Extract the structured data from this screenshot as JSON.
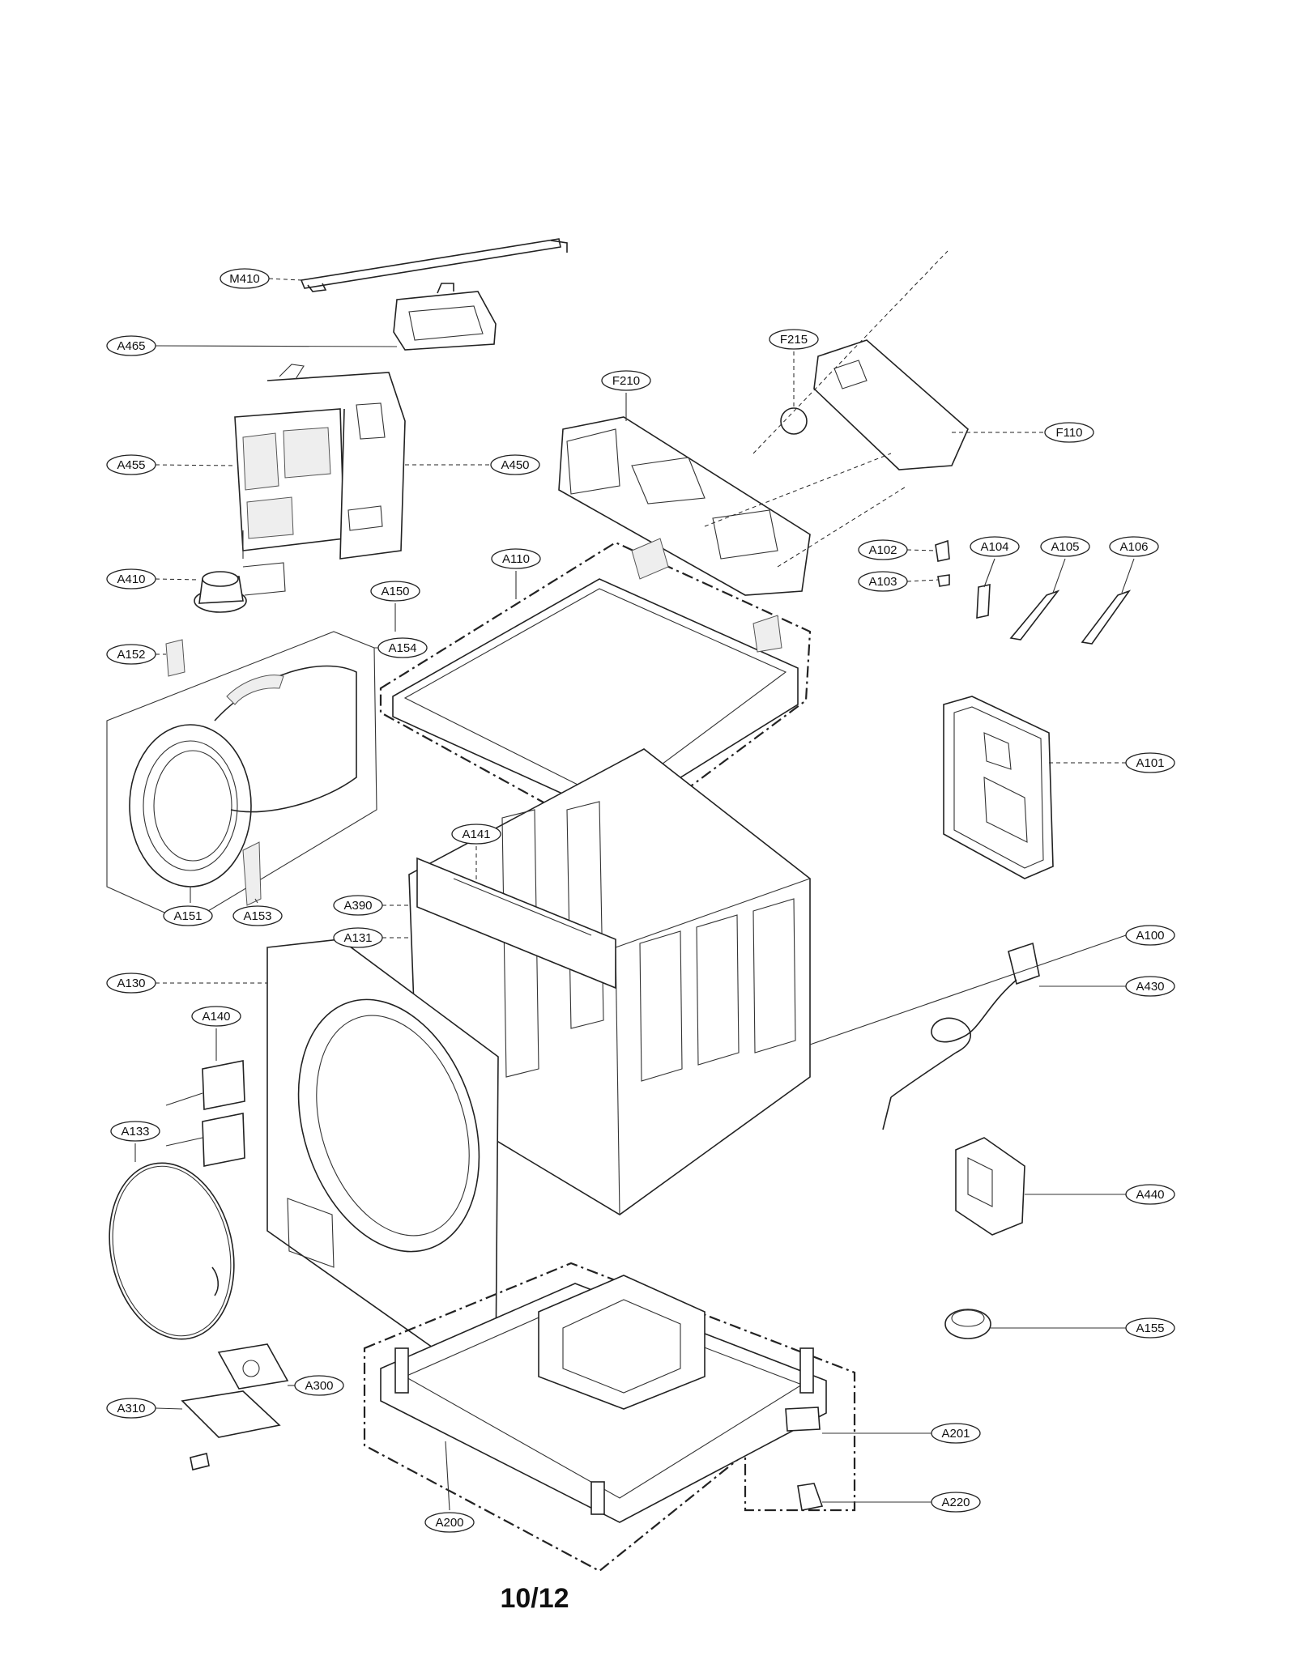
{
  "page_number": "10/12",
  "callouts": [
    {
      "id": "M410",
      "text": "M410",
      "name": "callout-m410"
    },
    {
      "id": "A465",
      "text": "A465",
      "name": "callout-a465"
    },
    {
      "id": "A455",
      "text": "A455",
      "name": "callout-a455"
    },
    {
      "id": "A450",
      "text": "A450",
      "name": "callout-a450"
    },
    {
      "id": "A410",
      "text": "A410",
      "name": "callout-a410"
    },
    {
      "id": "A150",
      "text": "A150",
      "name": "callout-a150"
    },
    {
      "id": "A152",
      "text": "A152",
      "name": "callout-a152"
    },
    {
      "id": "A154",
      "text": "A154",
      "name": "callout-a154"
    },
    {
      "id": "A151",
      "text": "A151",
      "name": "callout-a151"
    },
    {
      "id": "A153",
      "text": "A153",
      "name": "callout-a153"
    },
    {
      "id": "F215",
      "text": "F215",
      "name": "callout-f215"
    },
    {
      "id": "F210",
      "text": "F210",
      "name": "callout-f210"
    },
    {
      "id": "F110",
      "text": "F110",
      "name": "callout-f110"
    },
    {
      "id": "A110",
      "text": "A110",
      "name": "callout-a110"
    },
    {
      "id": "A102",
      "text": "A102",
      "name": "callout-a102"
    },
    {
      "id": "A103",
      "text": "A103",
      "name": "callout-a103"
    },
    {
      "id": "A104",
      "text": "A104",
      "name": "callout-a104"
    },
    {
      "id": "A105",
      "text": "A105",
      "name": "callout-a105"
    },
    {
      "id": "A106",
      "text": "A106",
      "name": "callout-a106"
    },
    {
      "id": "A101",
      "text": "A101",
      "name": "callout-a101"
    },
    {
      "id": "A141",
      "text": "A141",
      "name": "callout-a141"
    },
    {
      "id": "A390",
      "text": "A390",
      "name": "callout-a390"
    },
    {
      "id": "A131",
      "text": "A131",
      "name": "callout-a131"
    },
    {
      "id": "A100",
      "text": "A100",
      "name": "callout-a100"
    },
    {
      "id": "A130",
      "text": "A130",
      "name": "callout-a130"
    },
    {
      "id": "A430",
      "text": "A430",
      "name": "callout-a430"
    },
    {
      "id": "A140",
      "text": "A140",
      "name": "callout-a140"
    },
    {
      "id": "A133",
      "text": "A133",
      "name": "callout-a133"
    },
    {
      "id": "A440",
      "text": "A440",
      "name": "callout-a440"
    },
    {
      "id": "A155",
      "text": "A155",
      "name": "callout-a155"
    },
    {
      "id": "A300",
      "text": "A300",
      "name": "callout-a300"
    },
    {
      "id": "A310",
      "text": "A310",
      "name": "callout-a310"
    },
    {
      "id": "A201",
      "text": "A201",
      "name": "callout-a201"
    },
    {
      "id": "A220",
      "text": "A220",
      "name": "callout-a220"
    },
    {
      "id": "A200",
      "text": "A200",
      "name": "callout-a200"
    }
  ]
}
